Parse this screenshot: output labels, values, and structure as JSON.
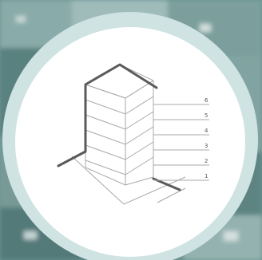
{
  "colors": {
    "background_photo": "#5f8c8c",
    "ring": "#cfe3e3",
    "inner_disc": "#ffffff",
    "building_outline": "#5a5a5a",
    "floor_lines": "#a8a8a8"
  },
  "floors": [
    {
      "label": "6"
    },
    {
      "label": "5"
    },
    {
      "label": "4"
    },
    {
      "label": "3"
    },
    {
      "label": "2"
    },
    {
      "label": "1"
    }
  ]
}
